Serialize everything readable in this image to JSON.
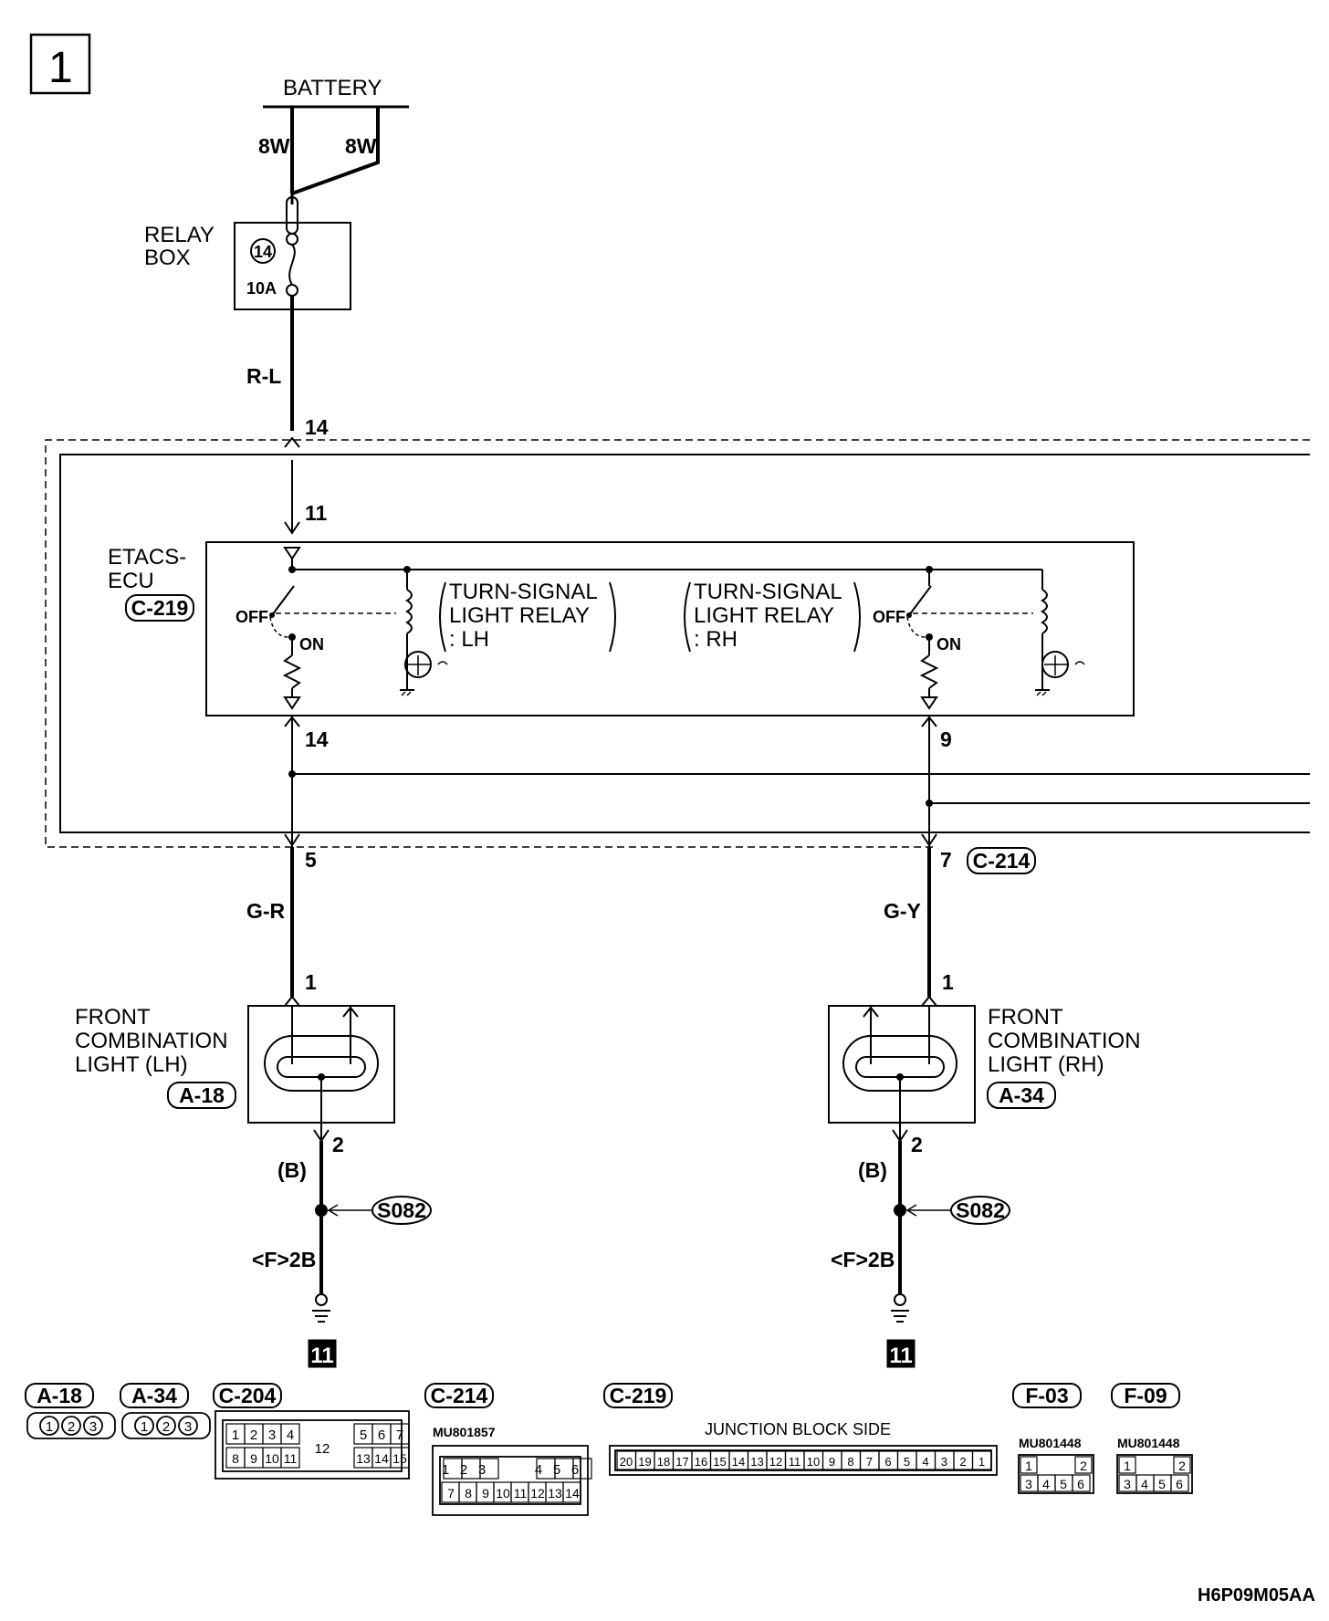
{
  "page_number": "1",
  "battery": {
    "label": "BATTERY",
    "wire_left": "8W",
    "wire_right": "8W"
  },
  "relay_box": {
    "label_line1": "RELAY",
    "label_line2": "BOX",
    "fuse_number": "14",
    "fuse_rating": "10A"
  },
  "wires": {
    "top": "R-L",
    "left_lower": "G-R",
    "right_lower": "G-Y",
    "ground_left": "(B)",
    "ground_right": "(B)"
  },
  "pins": {
    "top_outer": "14",
    "top_inner": "11",
    "ecu_left": "14",
    "ecu_right": "9",
    "bottom_left": "5",
    "bottom_right": "7",
    "lamp_left_top": "1",
    "lamp_left_bottom": "2",
    "lamp_right_top": "1",
    "lamp_right_bottom": "2"
  },
  "etacs": {
    "label_line1": "ETACS-",
    "label_line2": "ECU",
    "connector": "C-219",
    "relay_lh": {
      "line1": "TURN-SIGNAL",
      "line2": "LIGHT RELAY",
      "line3": ": LH"
    },
    "relay_rh": {
      "line1": "TURN-SIGNAL",
      "line2": "LIGHT RELAY",
      "line3": ": RH"
    },
    "off": "OFF",
    "on": "ON"
  },
  "connector_c214": "C-214",
  "lamp_lh": {
    "line1": "FRONT",
    "line2": "COMBINATION",
    "line3": "LIGHT (LH)",
    "connector": "A-18"
  },
  "lamp_rh": {
    "line1": "FRONT",
    "line2": "COMBINATION",
    "line3": "LIGHT (RH)",
    "connector": "A-34"
  },
  "splice": "S082",
  "ground_ref": "<F>2B",
  "ground_link": "11",
  "connectors": [
    {
      "name": "A-18",
      "pins": [
        "1",
        "2",
        "3"
      ]
    },
    {
      "name": "A-34",
      "pins": [
        "1",
        "2",
        "3"
      ]
    },
    {
      "name": "C-204",
      "top": [
        "1",
        "2",
        "3",
        "4",
        "5",
        "6",
        "7"
      ],
      "middle": "12",
      "bottom": [
        "8",
        "9",
        "10",
        "11",
        "13",
        "14",
        "15"
      ]
    },
    {
      "name": "C-214",
      "part": "MU801857",
      "top": [
        "1",
        "2",
        "3",
        "4",
        "5",
        "6"
      ],
      "bottom": [
        "7",
        "8",
        "9",
        "10",
        "11",
        "12",
        "13",
        "14"
      ]
    },
    {
      "name": "C-219",
      "caption": "JUNCTION BLOCK SIDE",
      "pins": [
        "20",
        "19",
        "18",
        "17",
        "16",
        "15",
        "14",
        "13",
        "12",
        "11",
        "10",
        "9",
        "8",
        "7",
        "6",
        "5",
        "4",
        "3",
        "2",
        "1"
      ]
    },
    {
      "name": "F-03",
      "part": "MU801448",
      "top": [
        "1",
        "2"
      ],
      "bottom": [
        "3",
        "4",
        "5",
        "6"
      ]
    },
    {
      "name": "F-09",
      "part": "MU801448",
      "top": [
        "1",
        "2"
      ],
      "bottom": [
        "3",
        "4",
        "5",
        "6"
      ]
    }
  ],
  "drawing_code": "H6P09M05AA"
}
